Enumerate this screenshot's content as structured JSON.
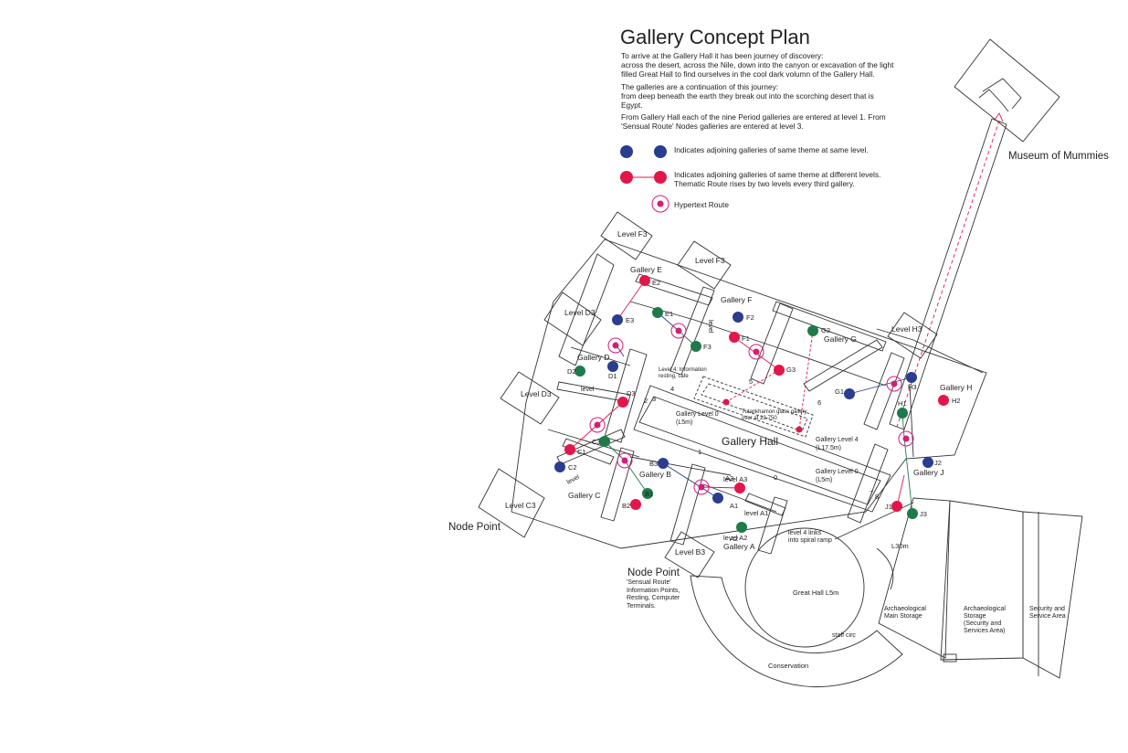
{
  "title": "Gallery Concept Plan",
  "description": [
    "To arrive at the Gallery Hall it has been journey of discovery:",
    "across the desert, across the Nile, down into the canyon or excavation of the light filled Great Hall to find ourselves in the cool dark volumn of the Gallery Hall.",
    "The galleries are a continuation of this journey:",
    "from deep beneath the earth they break out into the scorching desert that is Egypt.",
    "From Gallery Hall each of the nine Period galleries are entered at level 1. From 'Sensual Route' Nodes galleries are entered at level 3."
  ],
  "legend": {
    "same_level": "Indicates adjoining galleries of same theme at same level.",
    "different_levels_1": "Indicates adjoining galleries of same theme at different levels.",
    "different_levels_2": "Thematic Route rises by two levels every third gallery.",
    "hypertext": "Hypertext Route"
  },
  "colors": {
    "blue": "#2a3d8f",
    "red": "#e3164a",
    "green": "#1f7a4a",
    "magenta": "#d81b7a",
    "line": "#333333"
  },
  "labels": {
    "museum_of_mummies": "Museum of Mummies",
    "node_point_left": "Node Point",
    "node_point_bottom": "Node Point",
    "node_point_note": [
      "'Sensual Route'",
      "Information Points,",
      "Resting, Computer",
      "Terminals."
    ],
    "gallery_hall": "Gallery Hall",
    "great_hall": "Great Hall L5m",
    "conservation": "Conservation",
    "staff_circ": "staff circ",
    "arch_main_storage": [
      "Archaeological",
      "Main Storage"
    ],
    "arch_storage": [
      "Archaeological",
      "Storage",
      "(Security and",
      "Services Area)"
    ],
    "security_area": [
      "Security and",
      "Service Area"
    ],
    "l30m": "L30m",
    "level4_links": [
      "level 4 links",
      "into spiral ramp"
    ],
    "level4_info": [
      "Level 4: Information",
      "resting, cafe"
    ],
    "tutankhamon": [
      "Tutankhamon glass gallery",
      "over at 23-750"
    ],
    "gallery_level0_left": [
      "Gallery Level 0",
      "(L5m)"
    ],
    "gallery_level4": [
      "Gallery Level 4",
      "(L17.5m)"
    ],
    "gallery_level0_right": [
      "Gallery Level 0",
      "(L5m)"
    ],
    "level": "level",
    "level_2": "level",
    "level_3": "level",
    "level_a3": "level A3",
    "level_a1": "level A1",
    "level_a2": "level A2",
    "gallery_a": "Gallery A",
    "gallery_b": "Gallery B",
    "gallery_c": "Gallery C",
    "gallery_d": "Gallery D",
    "gallery_e": "Gallery E",
    "gallery_f": "Gallery F",
    "gallery_g": "Gallery G",
    "gallery_h": "Gallery H",
    "gallery_j": "Gallery J",
    "level_f3_a": "Level F3",
    "level_f3_b": "Level F3",
    "level_d3": "Level D3",
    "level_d3_b": "Level D3",
    "level_c3": "Level C3",
    "level_b3": "Level B3",
    "level_h3": "Level H3"
  },
  "numbers": [
    "1",
    "2",
    "3",
    "4",
    "5",
    "6",
    "7",
    "8",
    "0"
  ],
  "markers": [
    {
      "id": "E2",
      "color": "red"
    },
    {
      "id": "E3",
      "color": "blue"
    },
    {
      "id": "E1",
      "color": "green"
    },
    {
      "id": "F1",
      "color": "red"
    },
    {
      "id": "F2",
      "color": "blue"
    },
    {
      "id": "F3",
      "color": "green"
    },
    {
      "id": "G1",
      "color": "blue"
    },
    {
      "id": "G2",
      "color": "green"
    },
    {
      "id": "G3",
      "color": "red"
    },
    {
      "id": "H1",
      "color": "green"
    },
    {
      "id": "H2",
      "color": "red"
    },
    {
      "id": "H3",
      "color": "blue"
    },
    {
      "id": "J1",
      "color": "red"
    },
    {
      "id": "J2",
      "color": "blue"
    },
    {
      "id": "J3",
      "color": "green"
    },
    {
      "id": "D1",
      "color": "blue"
    },
    {
      "id": "D2",
      "color": "green"
    },
    {
      "id": "D3",
      "color": "red"
    },
    {
      "id": "C1",
      "color": "red"
    },
    {
      "id": "C2",
      "color": "blue"
    },
    {
      "id": "C3",
      "color": "green"
    },
    {
      "id": "B1",
      "color": "green"
    },
    {
      "id": "B2",
      "color": "red"
    },
    {
      "id": "B3",
      "color": "blue"
    },
    {
      "id": "A1",
      "color": "blue"
    },
    {
      "id": "A2",
      "color": "green"
    },
    {
      "id": "A3",
      "color": "red"
    }
  ]
}
